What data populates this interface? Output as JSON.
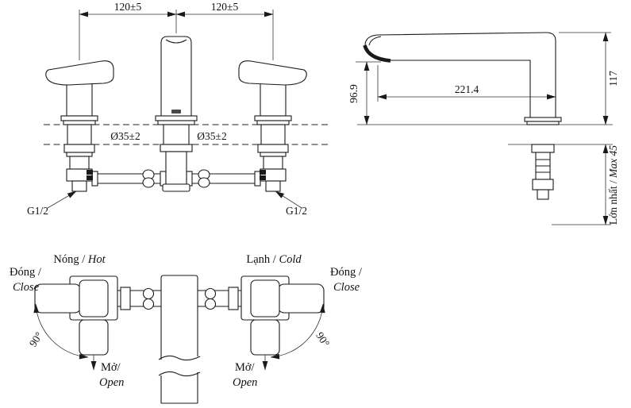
{
  "front": {
    "dim_spacing_left": "120±5",
    "dim_spacing_right": "120±5",
    "hole_dia_left": "Ø35±2",
    "hole_dia_right": "Ø35±2",
    "thread_left": "G1/2",
    "thread_right": "G1/2"
  },
  "side": {
    "outlet_height": "96.9",
    "reach": "221.4",
    "total_height": "117",
    "max_thickness_vi": "Lớn nhất / ",
    "max_thickness_en": "Max 45"
  },
  "plan": {
    "hot_vi": "Nóng / ",
    "hot_en": "Hot",
    "cold_vi": "Lạnh / ",
    "cold_en": "Cold",
    "close_vi": "Đóng /",
    "close_en": "Close",
    "open_vi": "Mở/",
    "open_en": "Open",
    "angle": "90°"
  }
}
